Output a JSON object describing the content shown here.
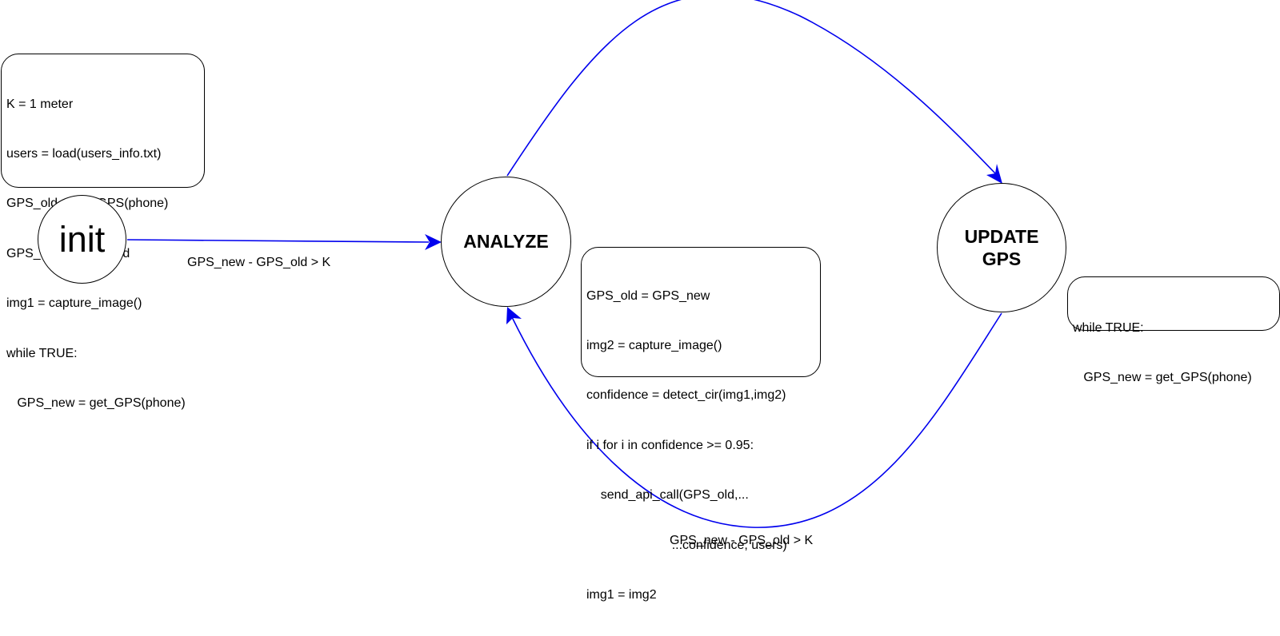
{
  "diagram": {
    "states": {
      "init": "init",
      "analyze": "ANALYZE",
      "update_gps": [
        "UPDATE",
        "GPS"
      ]
    },
    "code_blocks": {
      "init": [
        "K = 1 meter",
        "users = load(users_info.txt)",
        "GPS_old = get_GPS(phone)",
        "GPS_new = GPS_old",
        "img1 = capture_image()",
        "while TRUE:",
        "   GPS_new = get_GPS(phone)"
      ],
      "analyze": [
        "GPS_old = GPS_new",
        "img2 = capture_image()",
        "confidence = detect_cir(img1,img2)",
        "if i for i in confidence >= 0.95:",
        "    send_api_call(GPS_old,...",
        "                        ...confidence, users)",
        "img1 = img2"
      ],
      "update_gps": [
        "while TRUE:",
        "   GPS_new = get_GPS(phone)"
      ]
    },
    "transitions": {
      "init_to_analyze": "GPS_new - GPS_old > K",
      "update_to_analyze": "GPS_new - GPS_old > K"
    },
    "colors": {
      "edge": "#0000ee",
      "outline": "#000000",
      "background": "#ffffff"
    }
  }
}
